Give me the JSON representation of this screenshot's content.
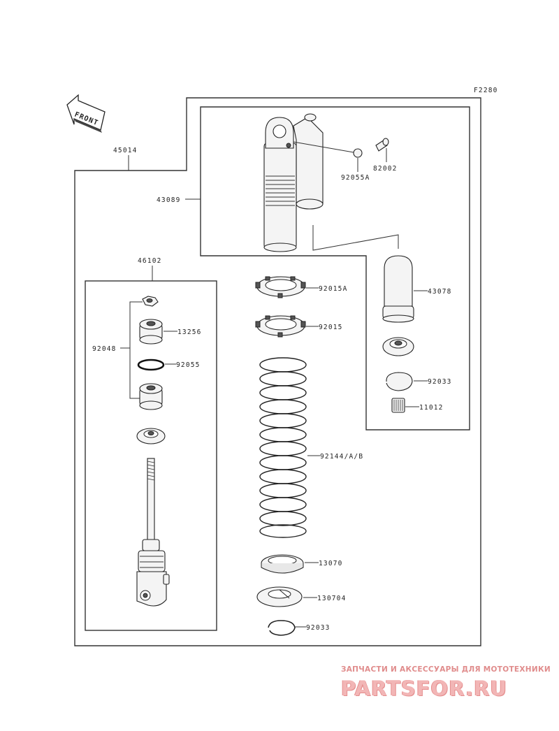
{
  "diagram_code": "F2280",
  "front_label": "FRONT",
  "parts": {
    "p45014": "45014",
    "p43089": "43089",
    "p92055A": "92055A",
    "p82002": "82002",
    "p46102": "46102",
    "p92015A": "92015A",
    "p92015": "92015",
    "p43078": "43078",
    "p13256": "13256",
    "p92048": "92048",
    "p92055": "92055",
    "p92033a": "92033",
    "p11012": "11012",
    "p92144": "92144/A/B",
    "p13070": "13070",
    "p130704": "130704",
    "p92033b": "92033"
  },
  "watermark": {
    "tagline": "ЗАПЧАСТИ И АКСЕССУАРЫ ДЛЯ МОТОТЕХНИКИ",
    "logo": "PARTSFOR.RU"
  },
  "colors": {
    "line": "#333333",
    "watermark": "#e58d8d"
  }
}
